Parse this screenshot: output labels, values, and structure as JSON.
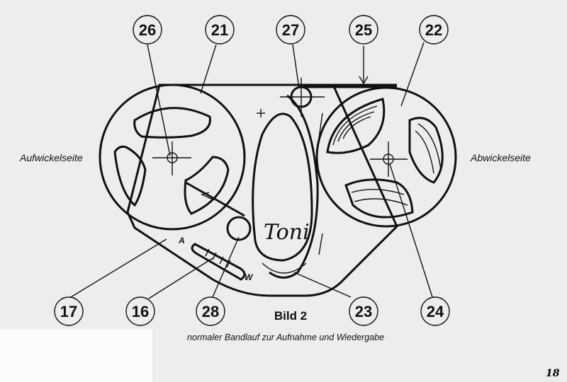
{
  "callouts": {
    "n26": "26",
    "n21": "21",
    "n27": "27",
    "n25": "25",
    "n22": "22",
    "n17": "17",
    "n16": "16",
    "n28": "28",
    "n23": "23",
    "n24": "24"
  },
  "side_labels": {
    "left": "Aufwickelseite",
    "right": "Abwickelseite"
  },
  "markings": {
    "a": "A",
    "w": "W"
  },
  "brand": "Toni",
  "caption": {
    "title": "Bild 2",
    "text": "normaler Bandlauf zur Aufnahme und Wiedergabe"
  },
  "page_number": "18"
}
